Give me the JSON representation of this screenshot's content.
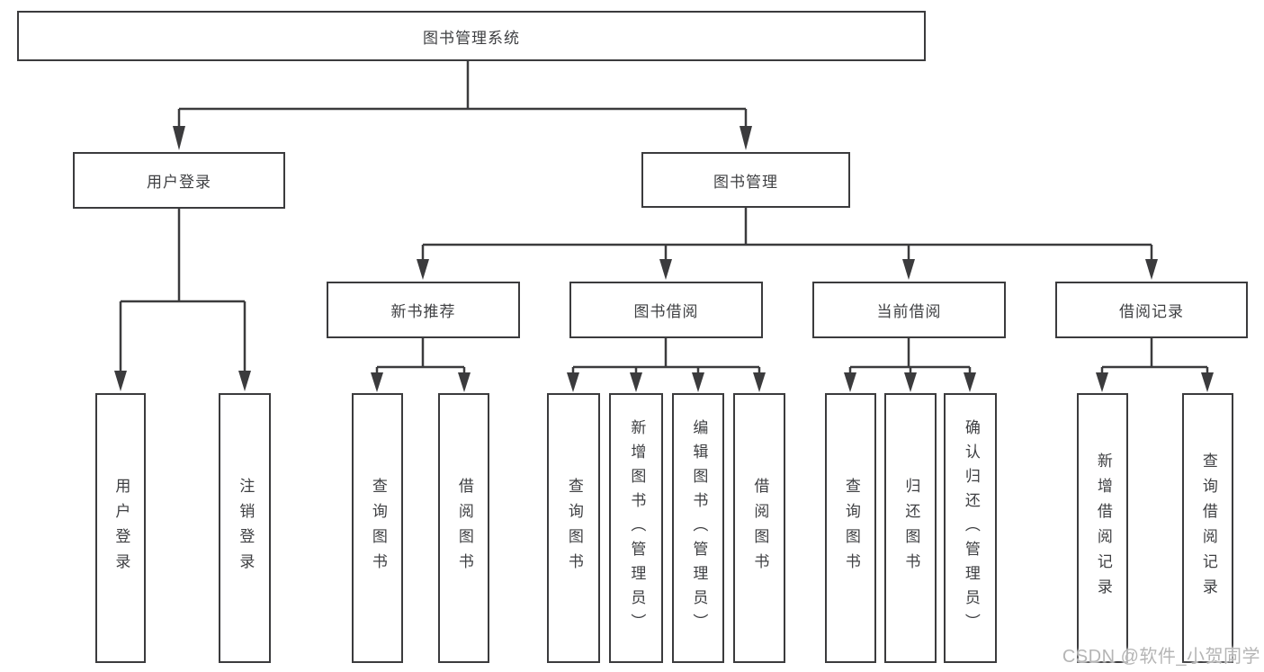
{
  "title": "图书管理系统",
  "branches": [
    {
      "label": "用户登录",
      "children": [
        "用户登录",
        "注销登录"
      ]
    },
    {
      "label": "图书管理"
    }
  ],
  "modules": [
    {
      "label": "新书推荐",
      "children": [
        "查询图书",
        "借阅图书"
      ]
    },
    {
      "label": "图书借阅",
      "children": [
        "查询图书",
        "新增图书（管理员）",
        "编辑图书（管理员）",
        "借阅图书"
      ]
    },
    {
      "label": "当前借阅",
      "children": [
        "查询图书",
        "归还图书",
        "确认归还（管理员）"
      ]
    },
    {
      "label": "借阅记录",
      "children": [
        "新增借阅记录",
        "查询借阅记录"
      ]
    }
  ],
  "watermark": "CSDN @软件_小贺同学",
  "colors": {
    "line": "#3b3b3d",
    "text": "#3f4043",
    "background": "#ffffff",
    "watermark": "#b5b5b5"
  }
}
